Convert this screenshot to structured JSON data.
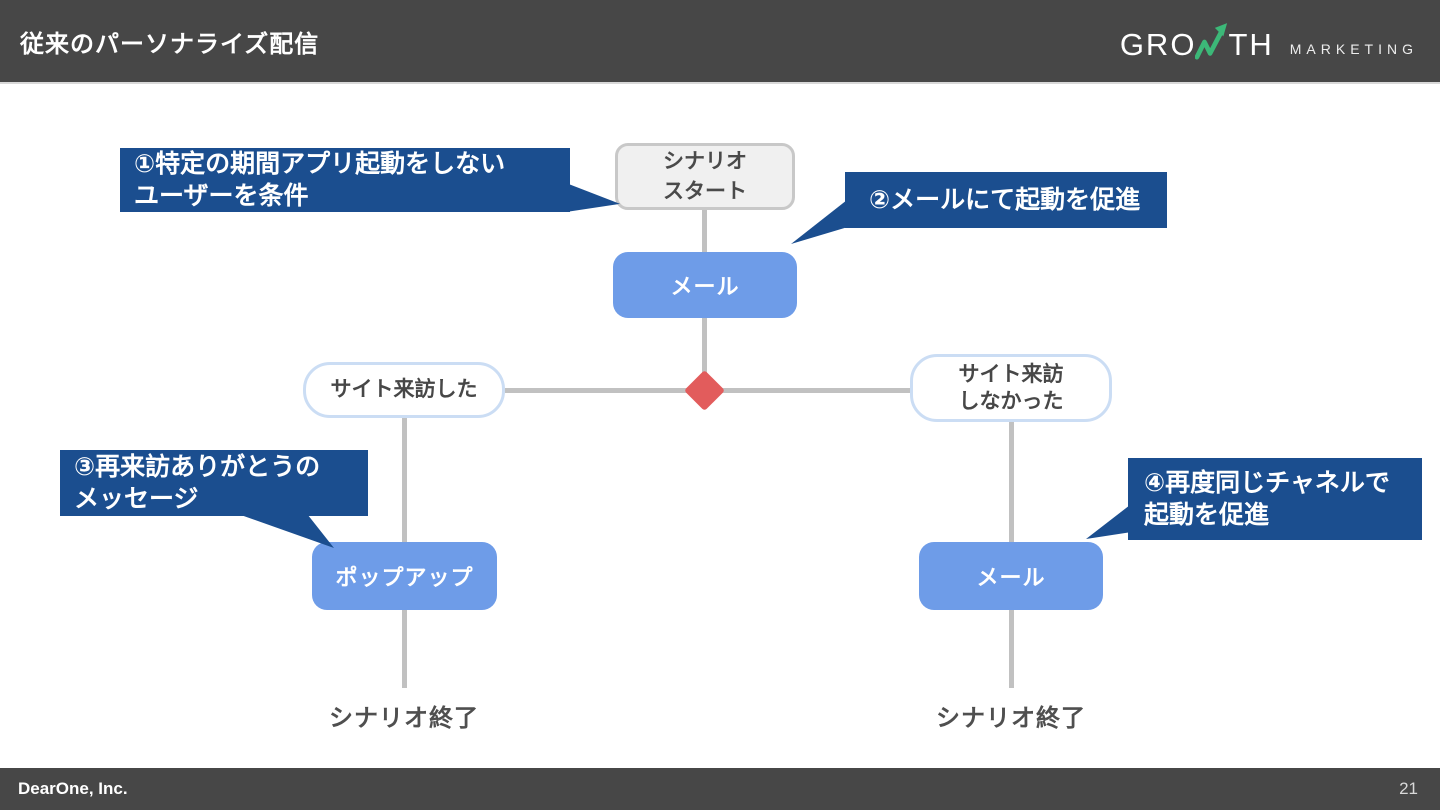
{
  "colors": {
    "header_bg": "#474747",
    "callout_navy": "#1B4E8F",
    "node_blue": "#6E9CE8",
    "condition_border_blue": "#CBDDF4",
    "connector_gray": "#C1C1C1",
    "diamond_red": "#E25C5C",
    "logo_green": "#3CB878"
  },
  "header": {
    "title": "従来のパーソナライズ配信",
    "logo": {
      "main_left": "GRO",
      "main_right": "TH",
      "arrow_icon": "growth-arrow",
      "sub": "MARKETING"
    }
  },
  "diagram": {
    "callouts": [
      {
        "label": "①特定の期間アプリ起動をしない\nユーザーを条件"
      },
      {
        "label": "②メールにて起動を促進"
      },
      {
        "label": "③再来訪ありがとうの\nメッセージ"
      },
      {
        "label": "④再度同じチャネルで\n起動を促進"
      }
    ],
    "nodes": {
      "start": "シナリオ\nスタート",
      "mail_center": "メール",
      "visited": "サイト来訪した",
      "not_visited": "サイト来訪\nしなかった",
      "popup": "ポップアップ",
      "mail_right": "メール",
      "end_left": "シナリオ終了",
      "end_right": "シナリオ終了"
    }
  },
  "footer": {
    "company": "DearOne, Inc.",
    "page": "21"
  }
}
